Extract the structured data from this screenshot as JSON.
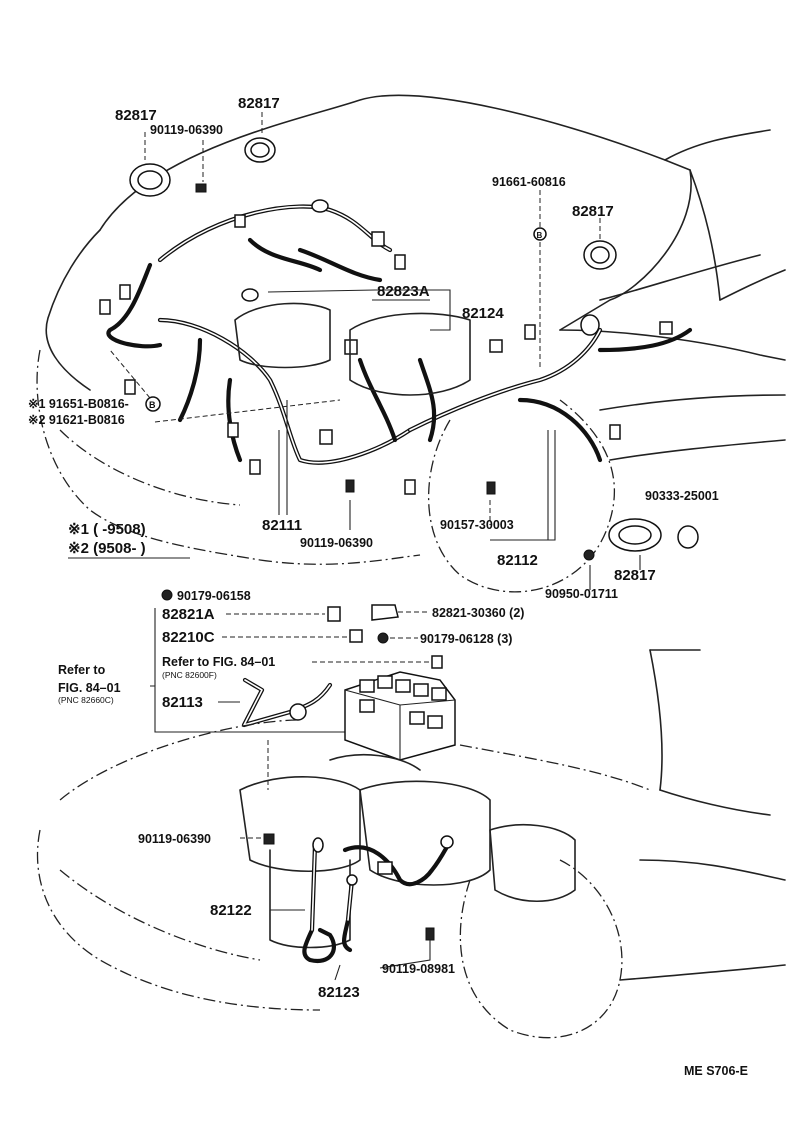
{
  "labels": {
    "top_82817_left": "82817",
    "top_82817_center": "82817",
    "bolt_top": "90119-06390",
    "clip_91661": "91661-60816",
    "grom_82817_right": "82817",
    "relay_82823A": "82823A",
    "wire_82124": "82124",
    "note1_code": "※1 91651-B0816-",
    "note2_code": "※2 91621-B0816",
    "b_mark": "B",
    "b_mark_right": "B",
    "wire_82111": "82111",
    "bolt_mid": "90119-06390",
    "clip_90157": "90157-30003",
    "wire_82112": "82112",
    "plug_90333": "90333-25001",
    "grom_82817_lower": "82817",
    "clip_90950": "90950-01711",
    "legend1": "※1 (      -9508)",
    "legend2": "※2 (9508-      )",
    "nut_90179a": "90179-06158",
    "relay_82821A": "82821A",
    "relay_82821_30360": "82821-30360 (2)",
    "fuse_82210C": "82210C",
    "nut_90179b": "90179-06128 (3)",
    "refer_main": "Refer to FIG. 84–01",
    "refer_main_sub": "(PNC 82600F)",
    "refer_left_1": "Refer to",
    "refer_left_2": "FIG. 84–01",
    "refer_left_sub": "(PNC 82660C)",
    "wire_82113": "82113",
    "bolt_lower": "90119-06390",
    "wire_82122": "82122",
    "wire_82123": "82123",
    "bolt_90119_08981": "90119-08981",
    "page_code": "ME S706-E"
  }
}
